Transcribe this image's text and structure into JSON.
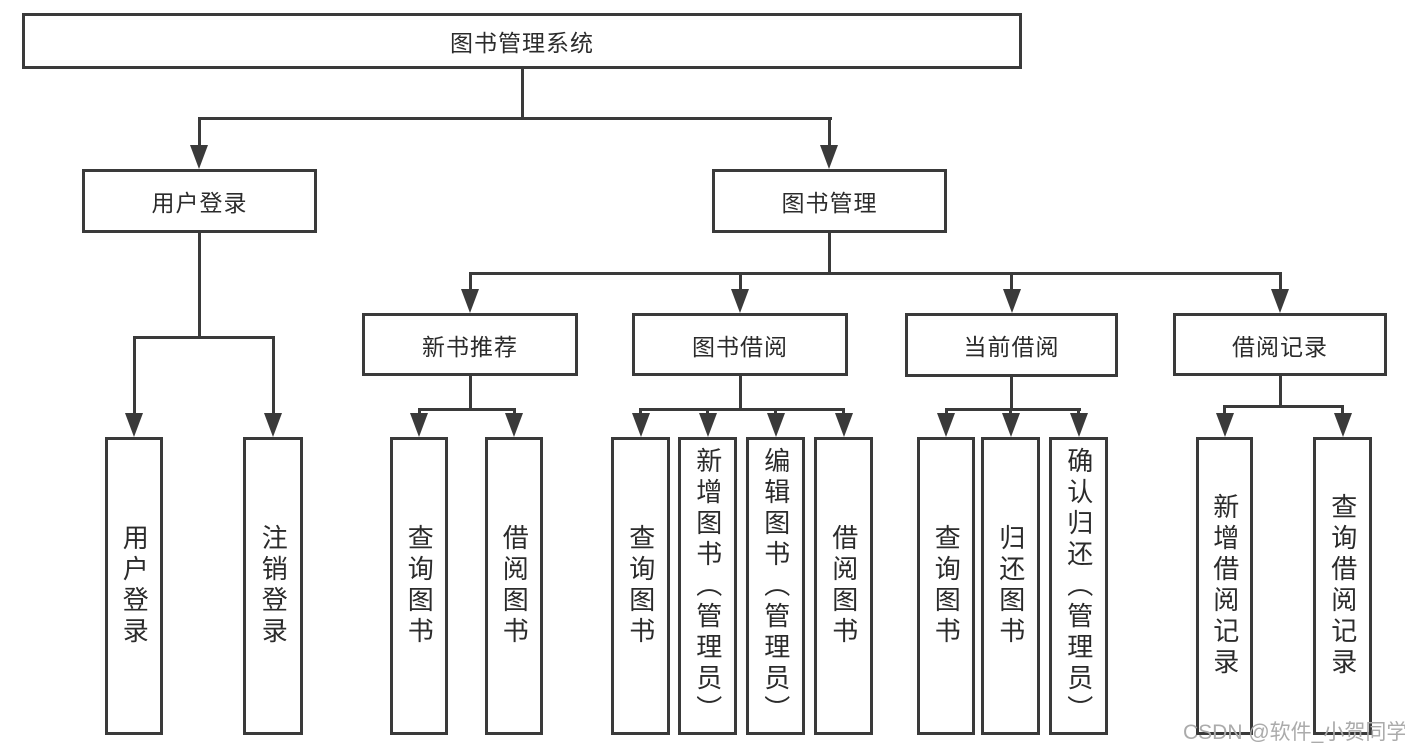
{
  "diagram": {
    "root": {
      "label": "图书管理系统"
    },
    "level2": [
      {
        "id": "user-login",
        "label": "用户登录"
      },
      {
        "id": "book-management",
        "label": "图书管理"
      }
    ],
    "level3": [
      {
        "id": "new-book-recommend",
        "label": "新书推荐"
      },
      {
        "id": "book-borrow",
        "label": "图书借阅"
      },
      {
        "id": "current-borrow",
        "label": "当前借阅"
      },
      {
        "id": "borrow-records",
        "label": "借阅记录"
      }
    ],
    "level4": {
      "user_login_children": [
        "用户登录",
        "注销登录"
      ],
      "new_book_children": [
        "查询图书",
        "借阅图书"
      ],
      "book_borrow_children": [
        "查询图书",
        "新增图书（管理员）",
        "编辑图书（管理员）",
        "借阅图书"
      ],
      "current_borrow_children": [
        "查询图书",
        "归还图书",
        "确认归还（管理员）"
      ],
      "borrow_records_children": [
        "新增借阅记录",
        "查询借阅记录"
      ]
    }
  },
  "watermark": {
    "text": "CSDN @软件_小贺同学",
    "color": "#ababab"
  },
  "colors": {
    "line": "#3a3a3a",
    "text": "#2b2b2b",
    "background": "#ffffff"
  }
}
